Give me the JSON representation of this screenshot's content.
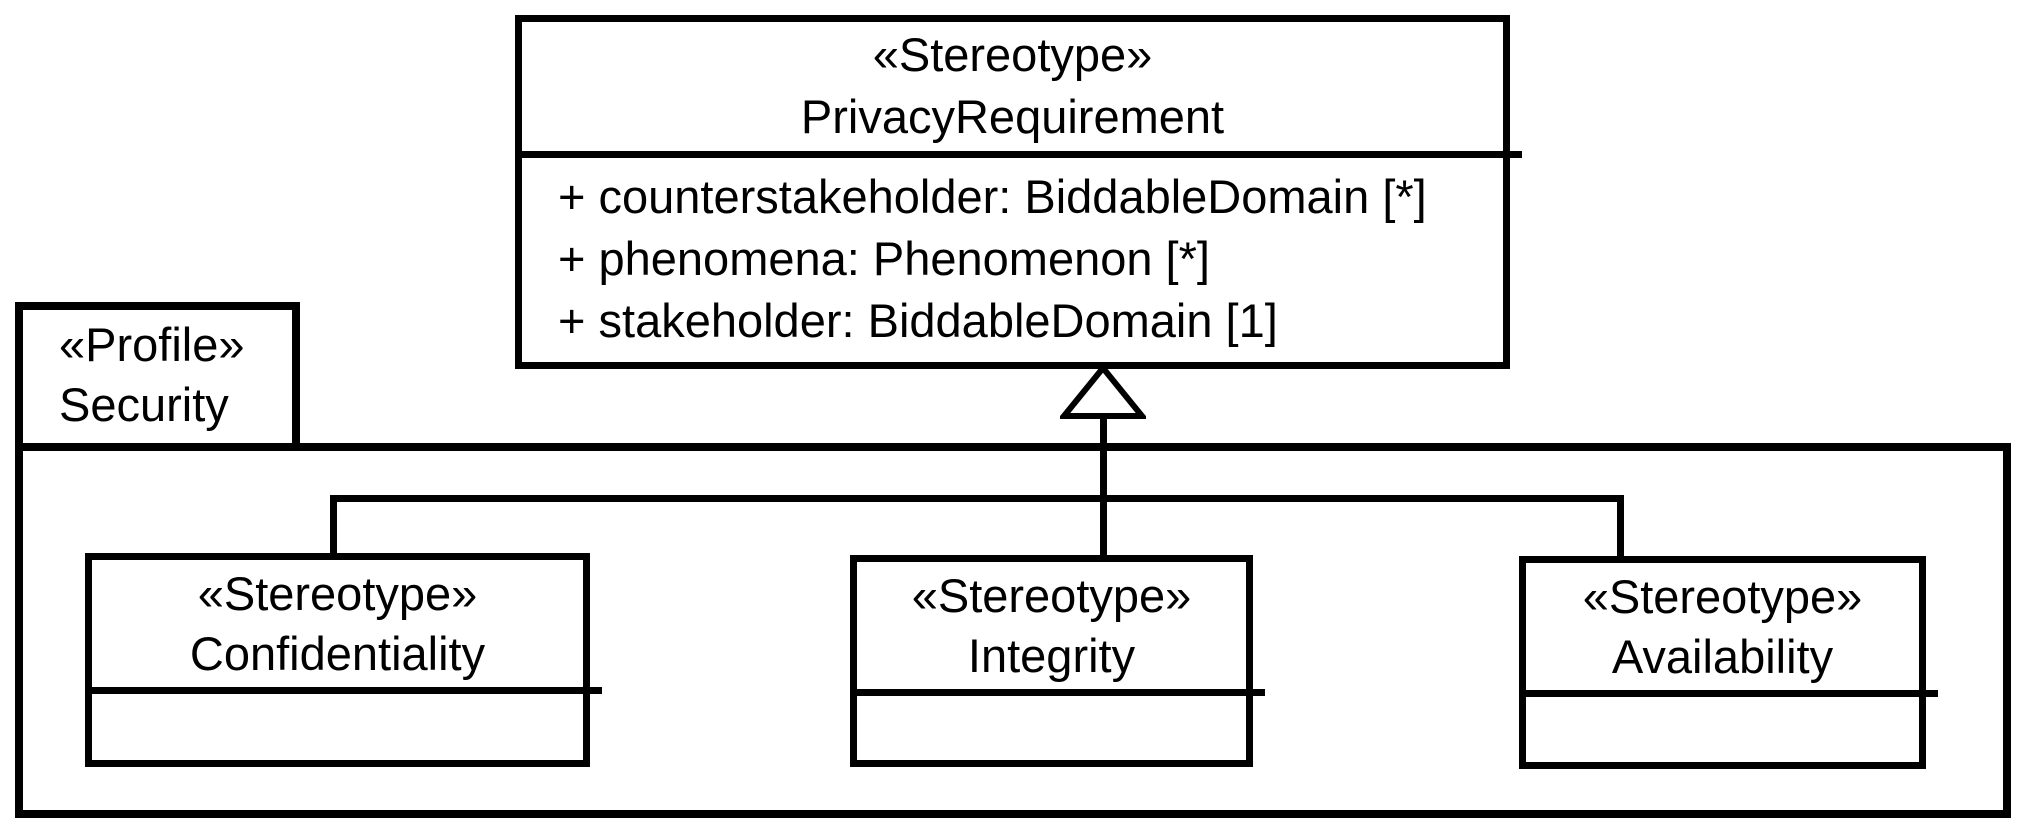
{
  "diagram": {
    "type": "uml-profile-diagram",
    "background_color": "#ffffff",
    "line_color": "#000000",
    "package": {
      "stereotype": "«Profile»",
      "name": "Security"
    },
    "superclass": {
      "stereotype": "«Stereotype»",
      "name": "PrivacyRequirement",
      "attributes": [
        "+ counterstakeholder: BiddableDomain [*]",
        "+ phenomena: Phenomenon [*]",
        "+ stakeholder: BiddableDomain [1]"
      ]
    },
    "stereotypes": [
      {
        "stereotype": "«Stereotype»",
        "name": "Confidentiality"
      },
      {
        "stereotype": "«Stereotype»",
        "name": "Integrity"
      },
      {
        "stereotype": "«Stereotype»",
        "name": "Availability"
      }
    ],
    "relation": {
      "kind": "generalization",
      "arrowhead": "hollow-triangle"
    }
  }
}
